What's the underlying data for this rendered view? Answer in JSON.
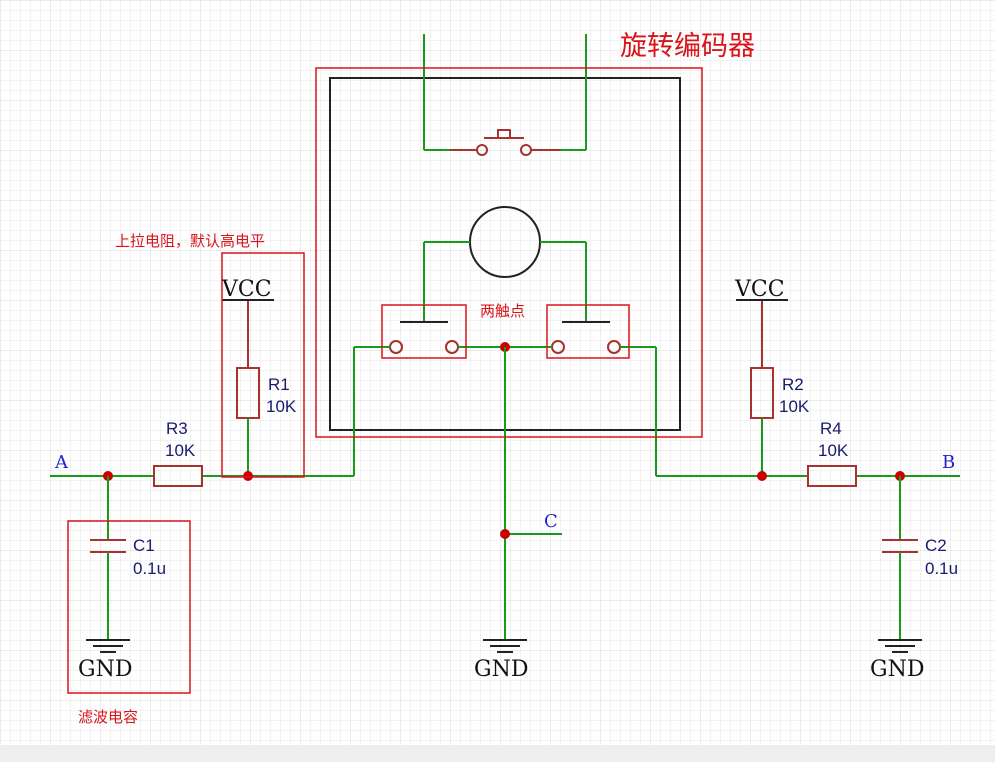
{
  "diagram": {
    "title": "旋转编码器",
    "notes": {
      "pullup": "上拉电阻，默认高电平",
      "contacts": "两触点",
      "filter": "滤波电容"
    },
    "nets": {
      "a": "A",
      "b": "B",
      "c": "C"
    },
    "power": {
      "vcc": "VCC",
      "gnd": "GND"
    },
    "components": {
      "r1": {
        "ref": "R1",
        "value": "10K"
      },
      "r2": {
        "ref": "R2",
        "value": "10K"
      },
      "r3": {
        "ref": "R3",
        "value": "10K"
      },
      "r4": {
        "ref": "R4",
        "value": "10K"
      },
      "c1": {
        "ref": "C1",
        "value": "0.1u"
      },
      "c2": {
        "ref": "C2",
        "value": "0.1u"
      }
    },
    "colors": {
      "wire": "#1a9a1a",
      "component": "#a8322d",
      "annotation": "#d9141a",
      "junction": "#cc0000",
      "net_label": "#1f1fd6"
    }
  }
}
